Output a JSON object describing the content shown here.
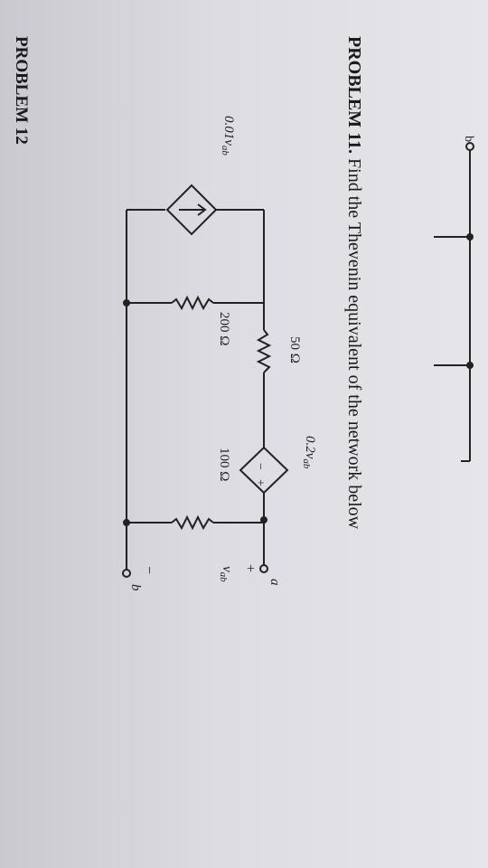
{
  "problem11": {
    "label": "PROBLEM 11.",
    "text": "Find the Thevenin equivalent of the network below"
  },
  "problem12": {
    "label": "PROBLEM 12"
  },
  "top_fragment": {
    "terminal_b": "b"
  },
  "circuit": {
    "r50": "50 Ω",
    "dep_voltage_source": "0.2v",
    "dep_voltage_sub": "ab",
    "r200": "200 Ω",
    "r100": "100 Ω",
    "dep_current_source": "0.01v",
    "dep_current_sub": "ab",
    "terminal_a": "a",
    "terminal_b": "b",
    "plus": "+",
    "minus": "−",
    "vab": "v",
    "vab_sub": "ab",
    "src_plus": "+",
    "src_minus": "−"
  }
}
